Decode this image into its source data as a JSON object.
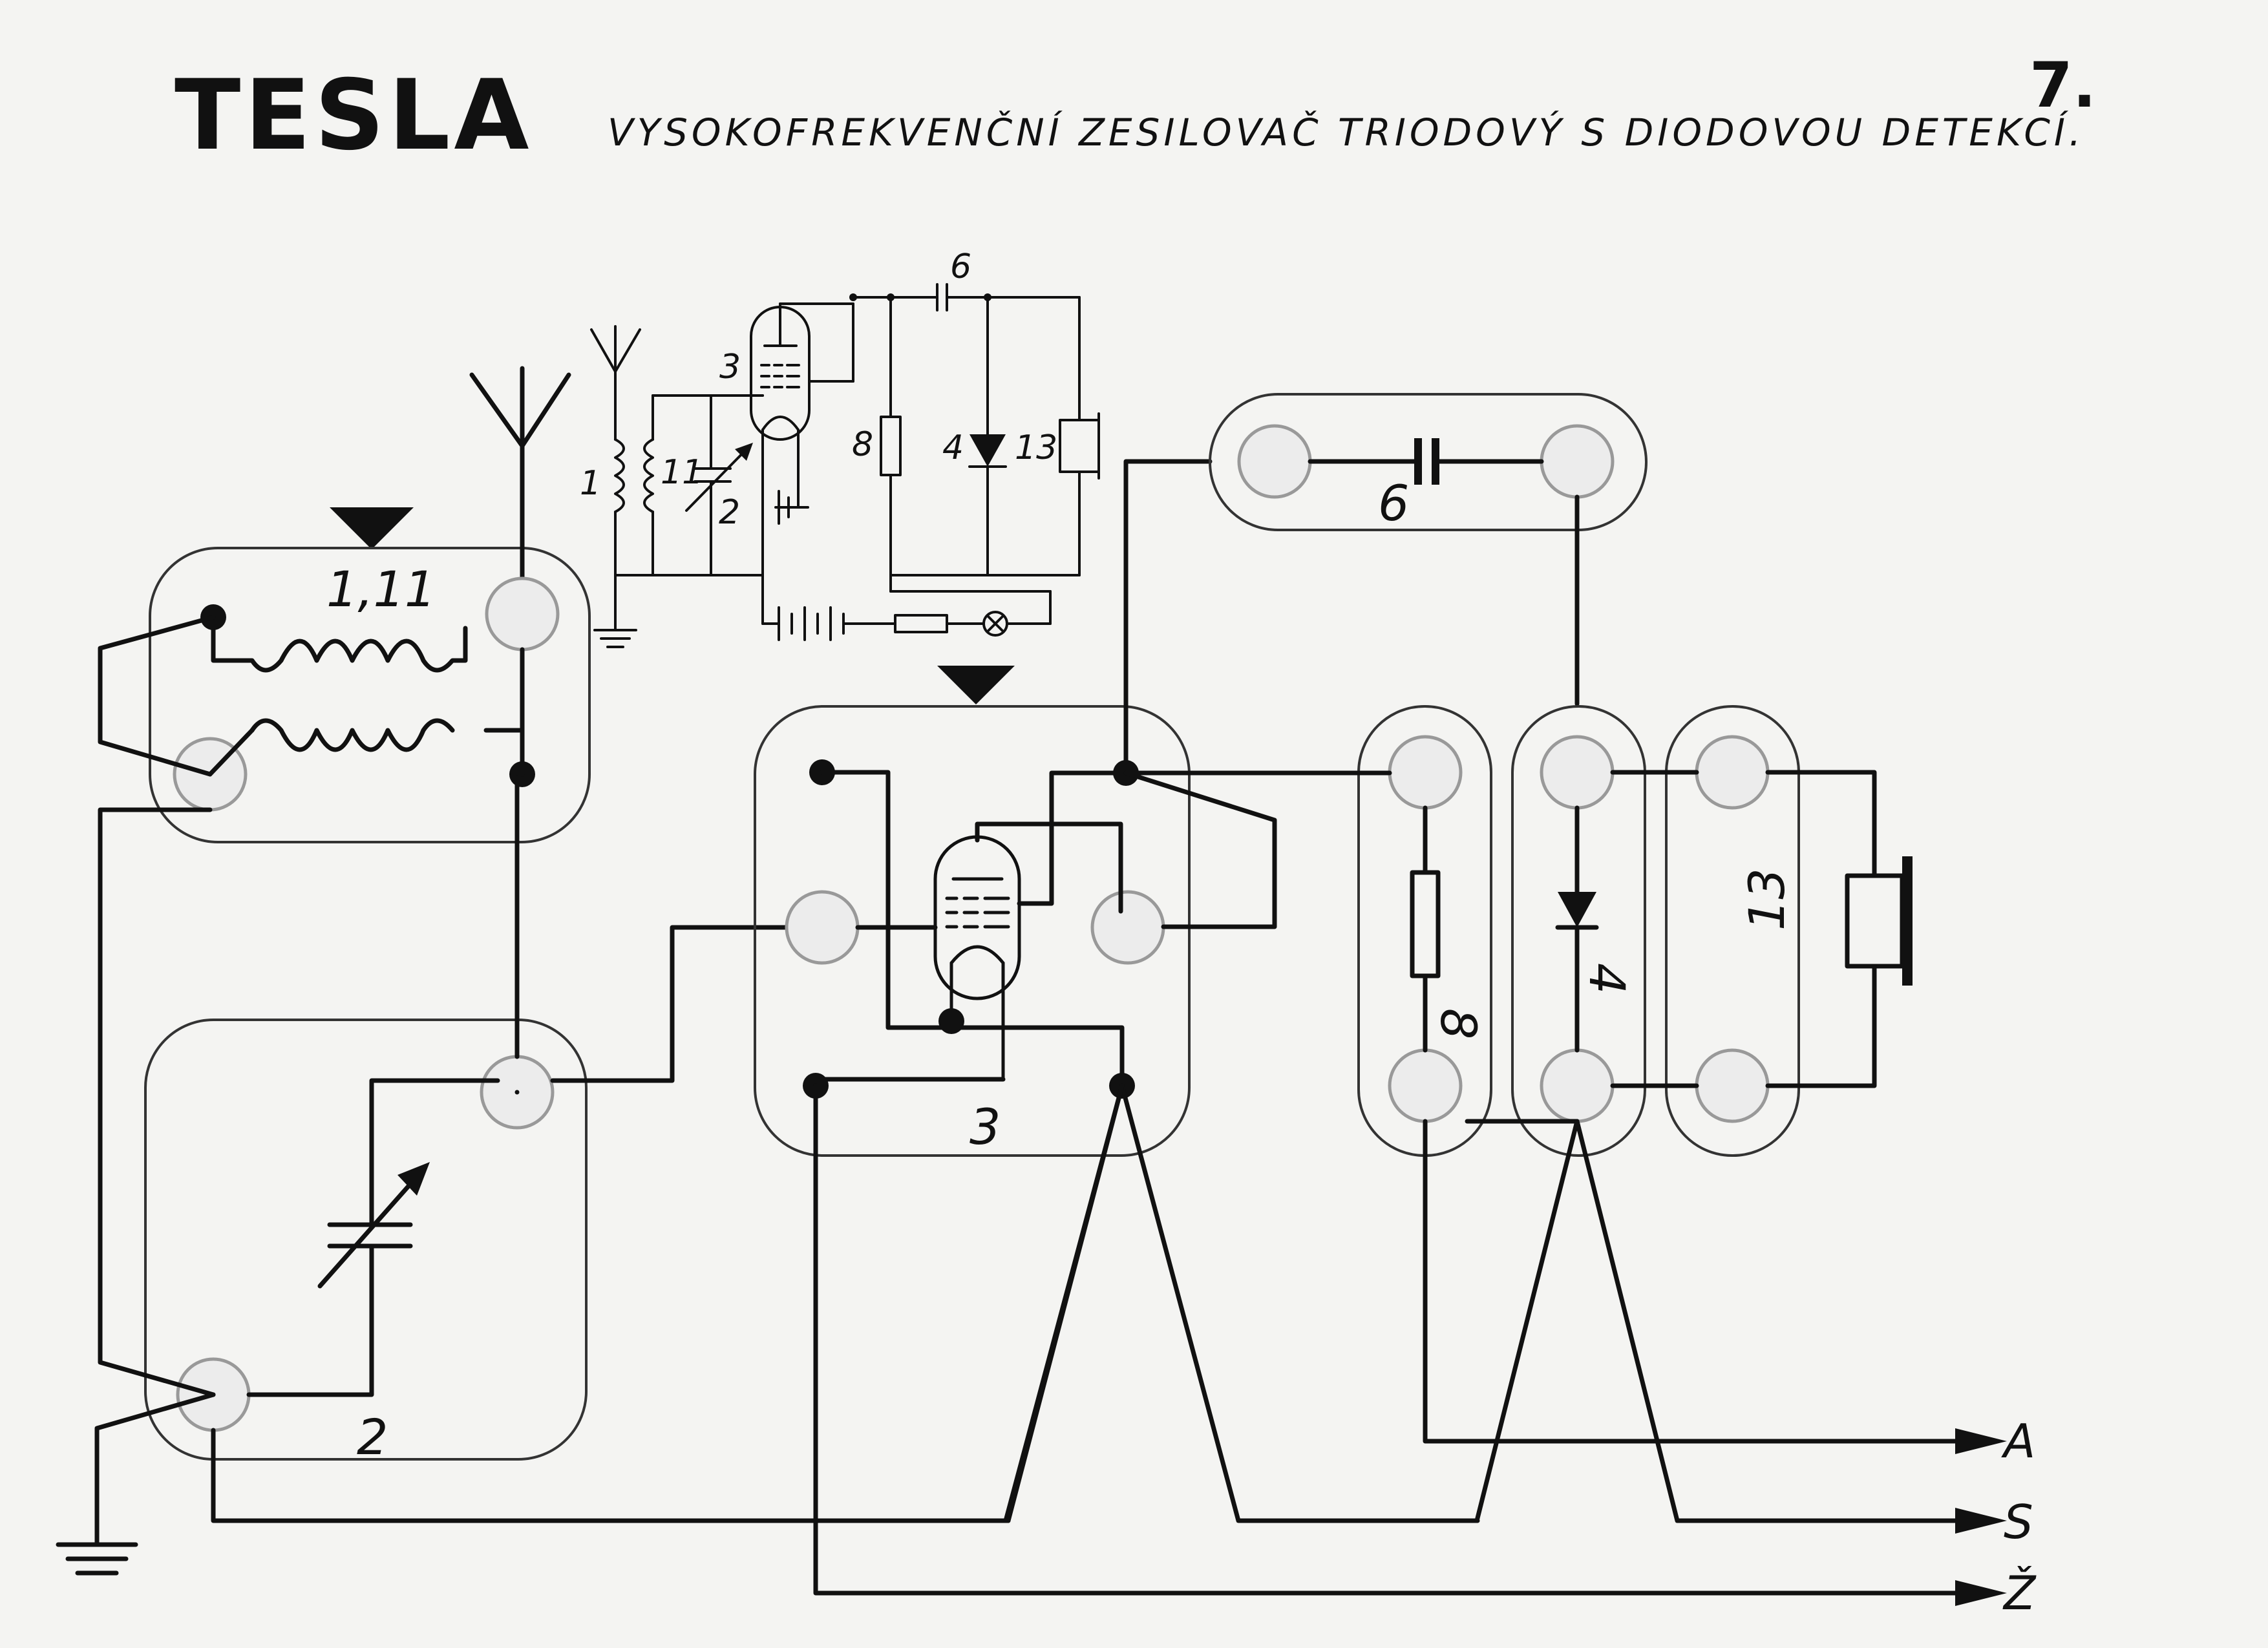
{
  "header": {
    "brand": "TESLA",
    "title": "VYSOKOFREKVENČNÍ ZESILOVAČ TRIODOVÝ S DIODOVOU DETEKCÍ.",
    "page_number": "7."
  },
  "modules": {
    "coil": "1,11",
    "capacitor": "2",
    "triode": "3",
    "coupling_cap": "6",
    "resistor": "8",
    "diode": "4",
    "headphones": "13"
  },
  "schematic_labels": {
    "coil_primary": "1",
    "coil_secondary": "11",
    "var_cap": "2",
    "tube": "3",
    "coupling_cap": "6",
    "resistor": "8",
    "diode": "4",
    "headphones": "13"
  },
  "terminals": {
    "a": "A",
    "s": "S",
    "z": "Ž"
  },
  "icons": {
    "antenna": "antenna-icon",
    "ground": "ground-icon",
    "coil": "coil-icon",
    "capacitor": "variable-capacitor-icon",
    "triode": "triode-tube-icon",
    "diode": "diode-icon",
    "resistor": "resistor-icon",
    "headphones": "headphones-icon",
    "battery": "battery-icon",
    "lamp": "lamp-icon"
  },
  "colors": {
    "ink": "#111111",
    "paper": "#f4f4f2"
  }
}
